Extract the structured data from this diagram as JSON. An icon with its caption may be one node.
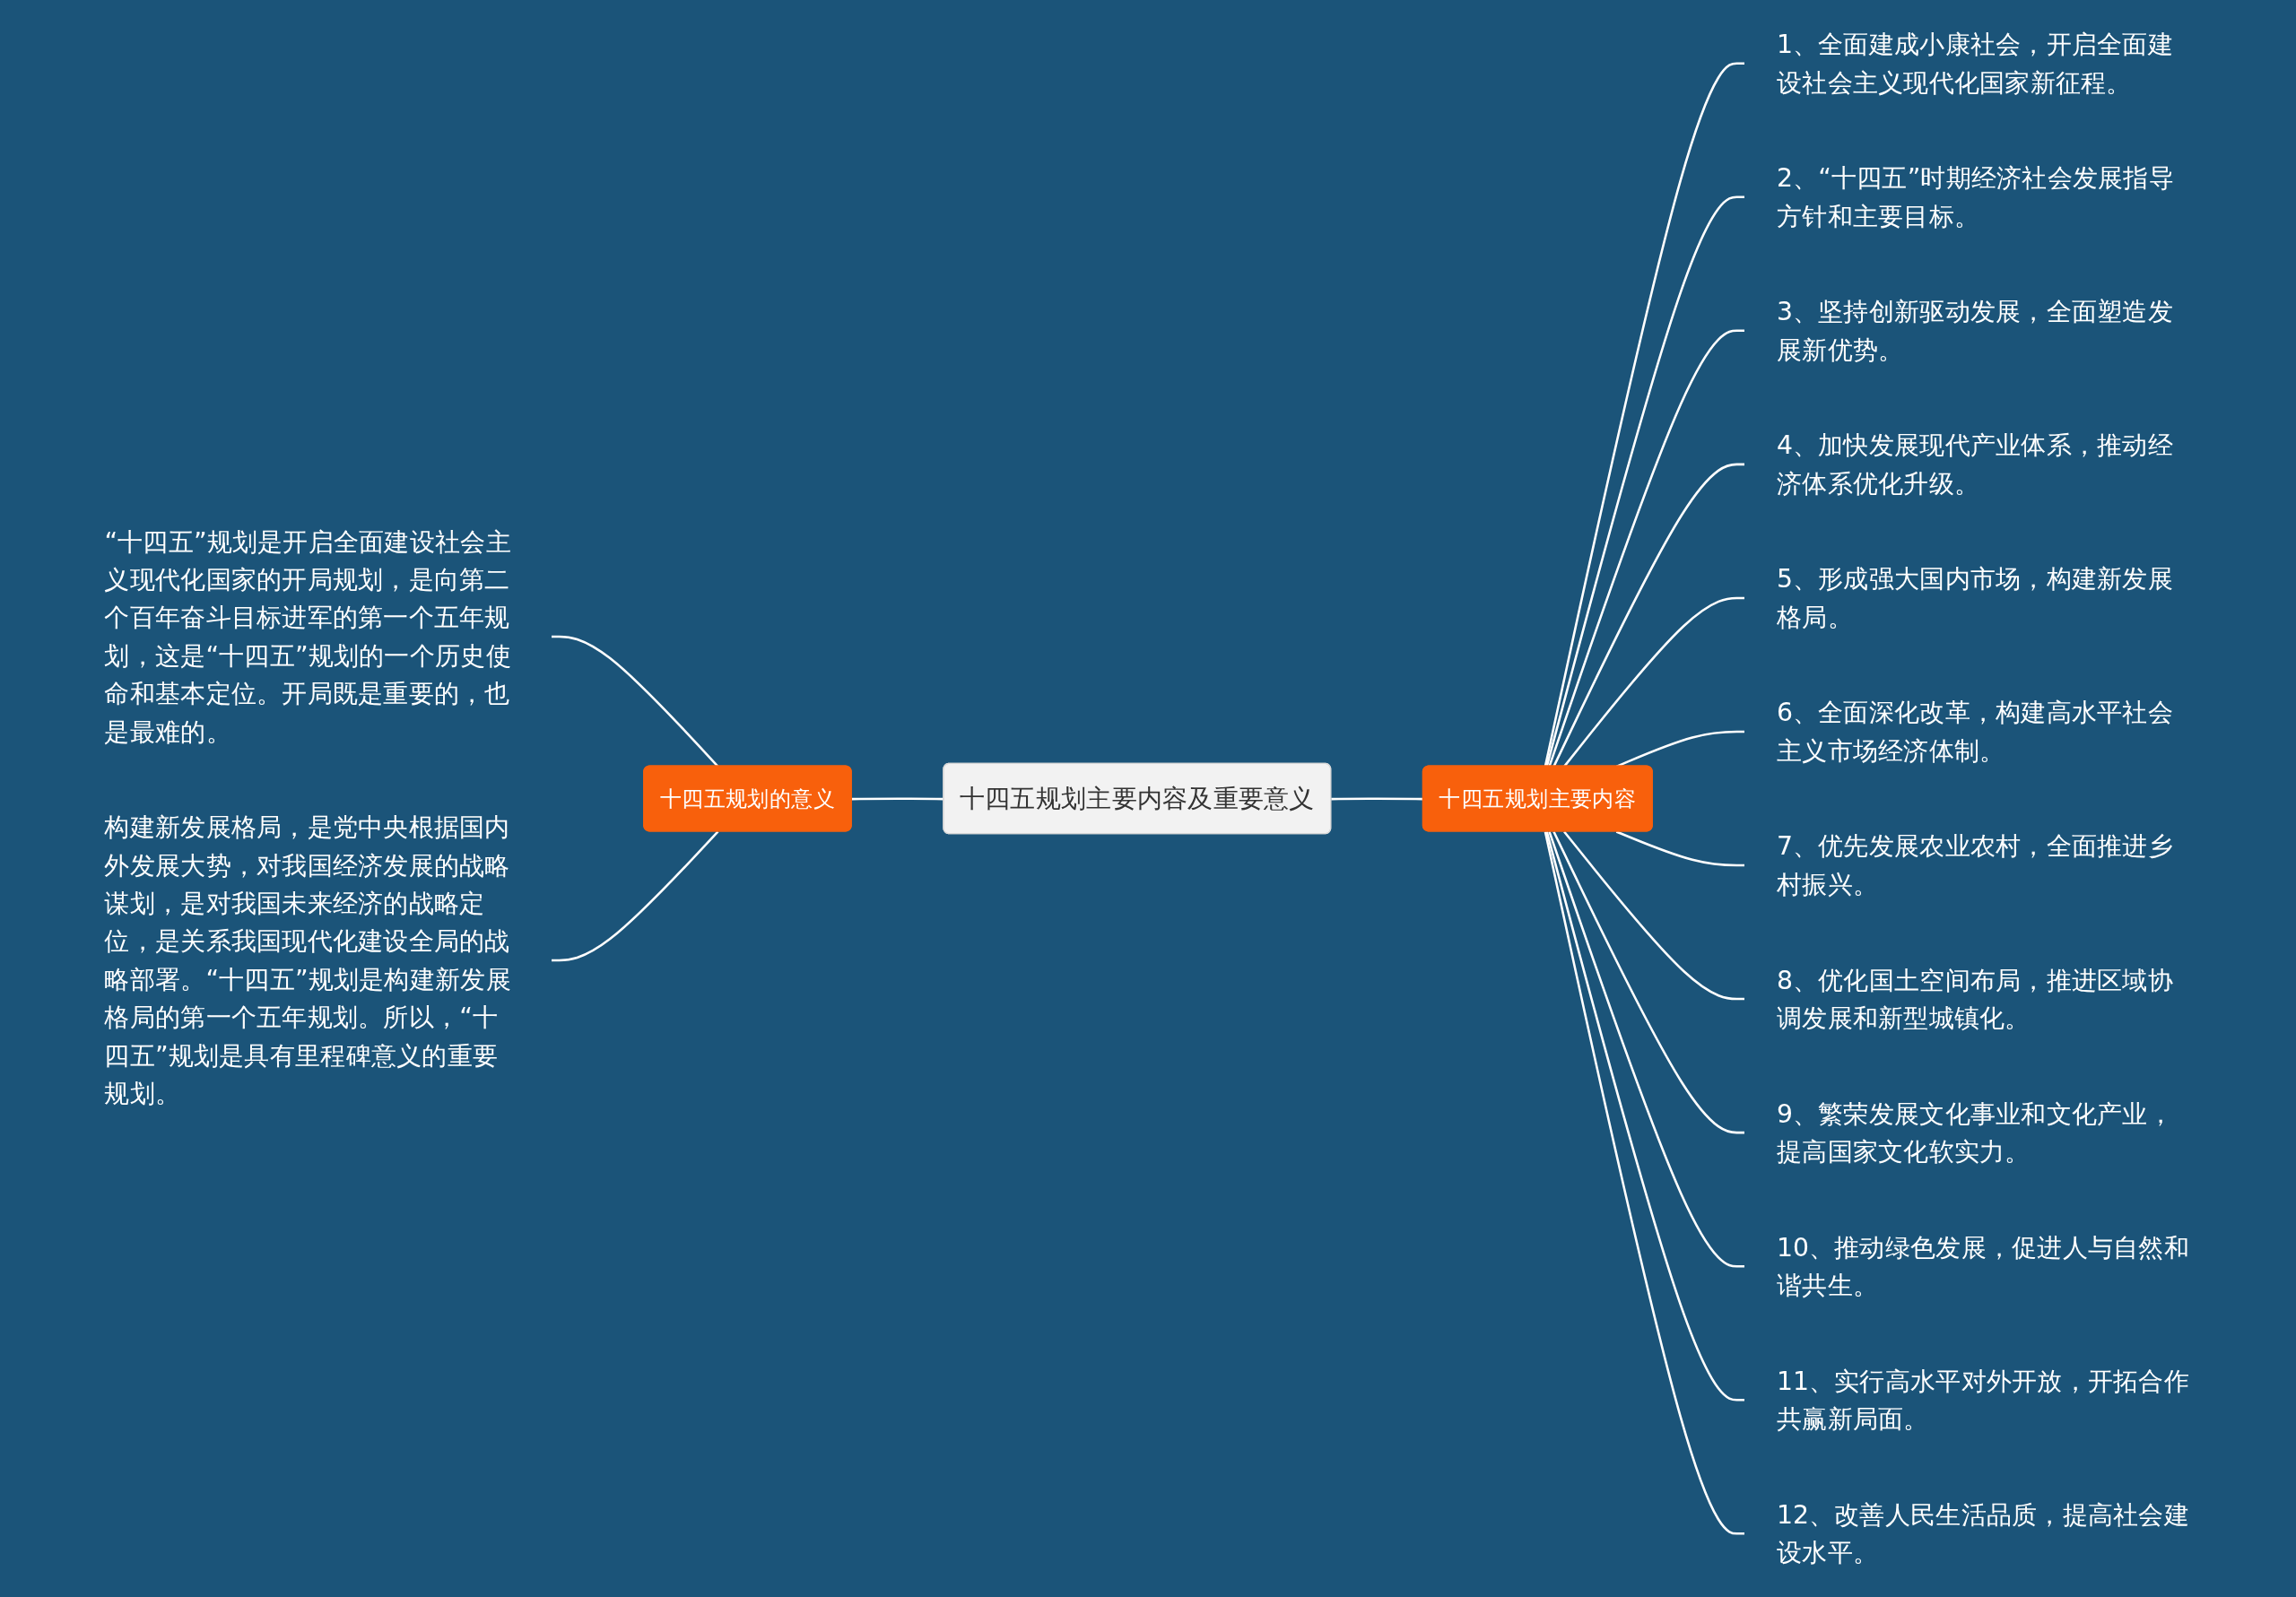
{
  "diagram": {
    "nodes": [
      {
        "text": [
          "十四五规划主要内容及重要意义"
        ]
      },
      {
        "text": [
          "十四五规划的意义"
        ]
      },
      {
        "text": [
          "“十四五”规划是开启全面建设社会主义现代化国家的开局规划，是向第二个百年奋斗目标进军的第一个五年规划，这是“十四五”规划的一个历史使命和基本定位。开局既是重要的，也是最难的。"
        ]
      },
      {
        "text": [
          "构建新发展格局，是党中央根据国内外发展大势，对我国经济发展的战略谋划，是对我国未来经济的战略定位，是关系我国现代化建设全局的战略部署。“十四五”规划是构建新发展格局的第一个五年规划。所以，“十四五”规划是具有里程碑意义的重要规划。"
        ]
      },
      {
        "text": [
          "十四五规划主要内容"
        ]
      },
      {
        "text": [
          "1、全面建成小康社会，开启全面建设社会主义现代化国家新征程。"
        ]
      },
      {
        "text": [
          "2、“十四五”时期经济社会发展指导方针和主要目标。"
        ]
      },
      {
        "text": [
          "3、坚持创新驱动发展，全面塑造发展新优势。"
        ]
      },
      {
        "text": [
          "4、加快发展现代产业体系，推动经济体系优化升级。"
        ]
      },
      {
        "text": [
          "5、形成强大国内市场，构建新发展格局。"
        ]
      },
      {
        "text": [
          "6、全面深化改革，构建高水平社会主义市场经济体制。"
        ]
      },
      {
        "text": [
          "7、优先发展农业农村，全面推进乡村振兴。"
        ]
      },
      {
        "text": [
          "8、优化国土空间布局，推进区域协调发展和新型城镇化。"
        ]
      },
      {
        "text": [
          "9、繁荣发展文化事业和文化产业，提高国家文化软实力。"
        ]
      },
      {
        "text": [
          "10、推动绿色发展，促进人与自然和谐共生。"
        ]
      },
      {
        "text": [
          "11、实行高水平对外开放，开拓合作共赢新局面。"
        ]
      },
      {
        "text": [
          "12、改善人民生活品质，提高社会建设水平。"
        ]
      }
    ],
    "edges": [
      {
        "from": 2,
        "to": 1,
        "arrow": "none"
      },
      {
        "from": 3,
        "to": 1,
        "arrow": "none"
      },
      {
        "from": 1,
        "to": 0,
        "arrow": "none"
      },
      {
        "from": 0,
        "to": 4,
        "arrow": "none"
      },
      {
        "from": 4,
        "to": 5,
        "arrow": "none"
      },
      {
        "from": 4,
        "to": 6,
        "arrow": "none"
      },
      {
        "from": 4,
        "to": 7,
        "arrow": "none"
      },
      {
        "from": 4,
        "to": 8,
        "arrow": "none"
      },
      {
        "from": 4,
        "to": 9,
        "arrow": "none"
      },
      {
        "from": 4,
        "to": 10,
        "arrow": "none"
      },
      {
        "from": 4,
        "to": 11,
        "arrow": "none"
      },
      {
        "from": 4,
        "to": 12,
        "arrow": "none"
      },
      {
        "from": 4,
        "to": 13,
        "arrow": "none"
      },
      {
        "from": 4,
        "to": 14,
        "arrow": "none"
      },
      {
        "from": 4,
        "to": 15,
        "arrow": "none"
      },
      {
        "from": 4,
        "to": 16,
        "arrow": "none"
      }
    ]
  }
}
